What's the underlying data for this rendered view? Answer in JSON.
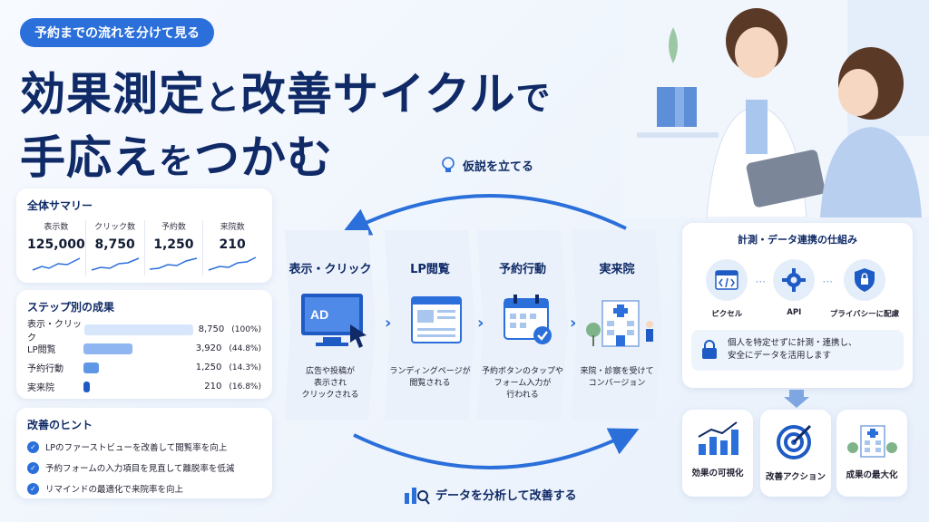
{
  "header": {
    "pill": "予約までの流れを分けて見る",
    "title_line1_a": "効果測定",
    "title_line1_b": "と",
    "title_line1_c": "改善サイクル",
    "title_line1_d": "で",
    "title_line2_a": "手応え",
    "title_line2_b": "を",
    "title_line2_c": "つかむ"
  },
  "summary": {
    "title": "全体サマリー",
    "metrics": [
      {
        "label": "表示数",
        "value": "125,000"
      },
      {
        "label": "クリック数",
        "value": "8,750"
      },
      {
        "label": "予約数",
        "value": "1,250"
      },
      {
        "label": "来院数",
        "value": "210"
      }
    ]
  },
  "steps": {
    "title": "ステップ別の成果",
    "rows": [
      {
        "label": "表示・クリック",
        "value": "8,750",
        "pct": "(100%)",
        "fill": 1.0
      },
      {
        "label": "LP閲覧",
        "value": "3,920",
        "pct": "(44.8%)",
        "fill": 0.448
      },
      {
        "label": "予約行動",
        "value": "1,250",
        "pct": "(14.3%)",
        "fill": 0.143
      },
      {
        "label": "実来院",
        "value": "210",
        "pct": "(16.8%)",
        "fill": 0.06
      }
    ]
  },
  "hints": {
    "title": "改善のヒント",
    "items": [
      "LPのファーストビューを改善して閲覧率を向上",
      "予約フォームの入力項目を見直して離脱率を低減",
      "リマインドの最適化で来院率を向上"
    ]
  },
  "flow": {
    "top": "仮説を立てる",
    "bottom": "データを分析して改善する",
    "stages": [
      {
        "title": "表示・クリック",
        "desc": "広告や投稿が\n表示され\nクリックされる"
      },
      {
        "title": "LP閲覧",
        "desc": "ランディングページが\n閲覧される"
      },
      {
        "title": "予約行動",
        "desc": "予約ボタンのタップや\nフォーム入力が\n行われる"
      },
      {
        "title": "実来院",
        "desc": "来院・診察を受けて\nコンバージョン"
      }
    ],
    "ad_text": "AD"
  },
  "mechanism": {
    "title": "計測・データ連携の仕組み",
    "icons": [
      {
        "label": "ピクセル",
        "icon": "code-icon"
      },
      {
        "label": "API",
        "icon": "gear-icon"
      },
      {
        "label": "プライバシーに配慮",
        "icon": "shield-lock-icon"
      }
    ],
    "note": "個人を特定せずに計測・連携し、\n安全にデータを活用します"
  },
  "results": [
    {
      "label": "効果の可視化",
      "icon": "bar-chart-icon"
    },
    {
      "label": "改善アクション",
      "icon": "target-icon"
    },
    {
      "label": "成果の最大化",
      "icon": "hospital-icon"
    }
  ],
  "colors": {
    "accent": "#2b6fdb",
    "navy": "#0f2a66",
    "light": "#eaf1fb"
  }
}
